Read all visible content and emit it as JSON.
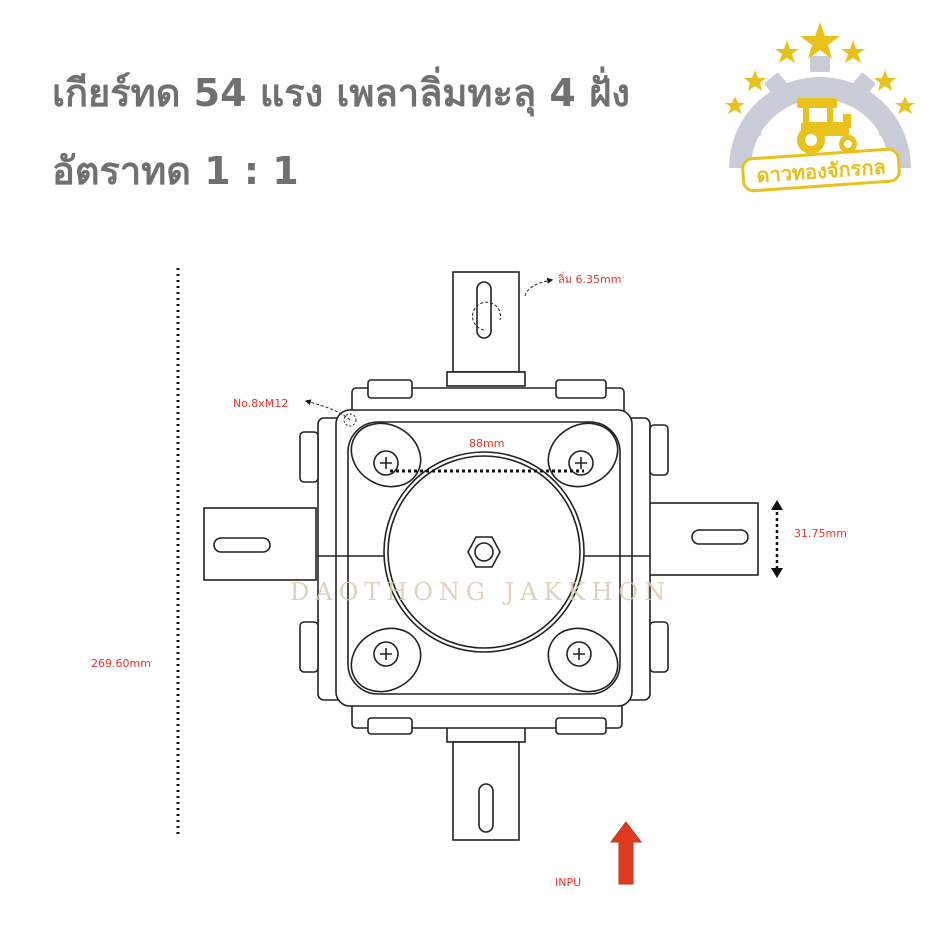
{
  "title": {
    "line1": "เกียร์ทด 54 แรง เพลาลิ่มทะลุ 4 ฝั่ง",
    "line2": "อัตราทด 1 : 1"
  },
  "logo": {
    "text": "ดาวทองจักรกล",
    "icon": "tractor-gear-star-logo"
  },
  "watermark": "DAOTHONG JAKKHON",
  "dimensions": {
    "key": "ลิ่ม 6.35mm",
    "bolts": "No.8xM12",
    "bolt_spacing": "88mm",
    "shaft_width": "31.75mm",
    "total_height": "269.60mm",
    "input": "INPU"
  },
  "colors": {
    "title": "#707070",
    "dimension_text": "#e2362a",
    "input_arrow": "#e03a1e",
    "logo_gold": "#e8c21a",
    "logo_gear": "#c9ccd6"
  }
}
